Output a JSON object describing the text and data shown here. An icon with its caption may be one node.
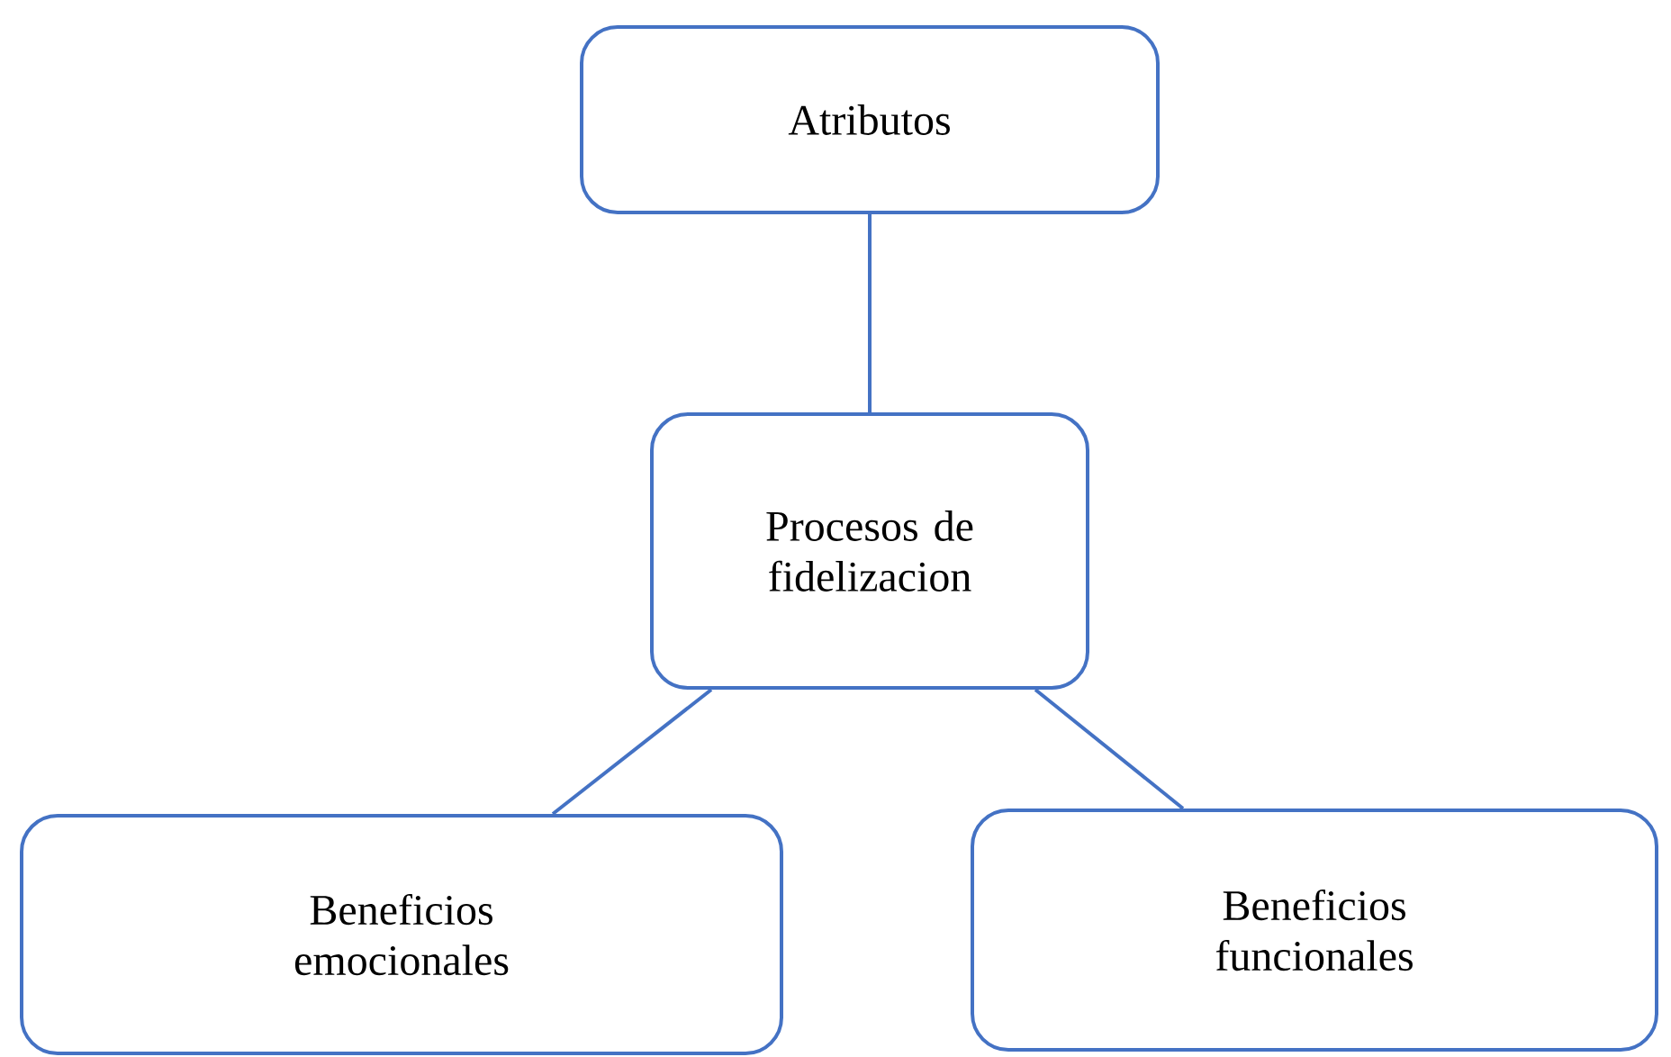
{
  "diagram": {
    "nodes": [
      {
        "text": [
          "Atributos"
        ]
      },
      {
        "text": [
          "Procesos de fidelizacion"
        ]
      },
      {
        "text": [
          "Beneficios emocionales"
        ]
      },
      {
        "text": [
          "Beneficios funcionales"
        ]
      }
    ],
    "edges": [
      {
        "from": 0,
        "to": 1,
        "arrow": "none"
      },
      {
        "from": 1,
        "to": 2,
        "arrow": "none"
      },
      {
        "from": 1,
        "to": 3,
        "arrow": "none"
      }
    ]
  }
}
